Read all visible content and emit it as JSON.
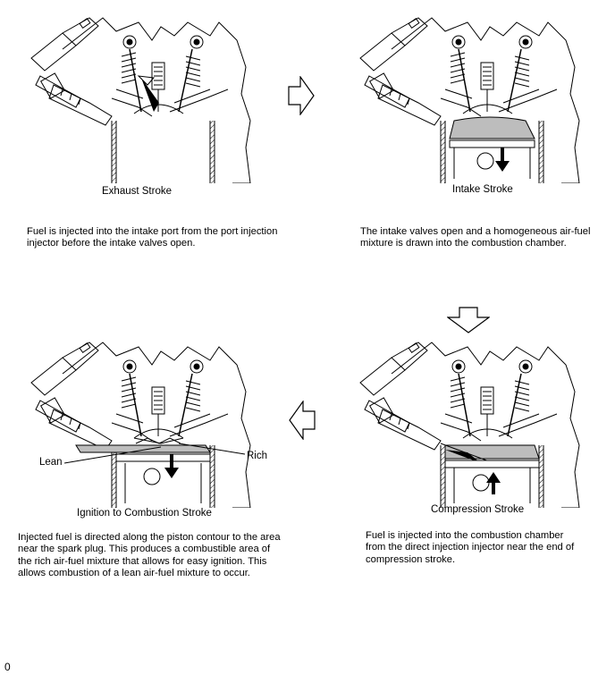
{
  "stages": [
    {
      "caption": "Exhaust Stroke",
      "description": "Fuel is injected into the intake port from the port injection injector before the intake valves open."
    },
    {
      "caption": "Intake Stroke",
      "description": "The intake valves open and a homogeneous air-fuel mixture is drawn into the combustion chamber."
    },
    {
      "caption": "Compression Stroke",
      "description": "Fuel is injected into the combustion chamber from the direct injection injector near the end of compression stroke."
    },
    {
      "caption": "Ignition to Combustion Stroke",
      "description": "Injected fuel is directed along the piston contour to the area near the spark plug. This produces a combustible area of the rich air-fuel mixture that allows for easy ignition. This allows combustion of a lean air-fuel mixture to occur."
    }
  ],
  "callouts": {
    "lean": "Lean",
    "rich": "Rich"
  },
  "footer": "0",
  "colors": {
    "line": "#000000",
    "fill_gray": "#bdbdbd",
    "background": "#ffffff"
  }
}
